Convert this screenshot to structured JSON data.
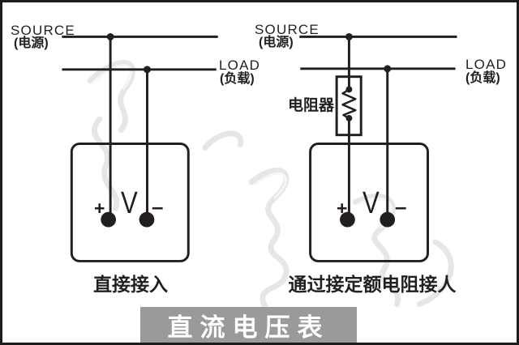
{
  "colors": {
    "line": "#231f20",
    "banner_bg": "#9a9a9a",
    "banner_text": "#ffffff",
    "watermark": "#e6e6e6"
  },
  "left_diagram": {
    "source_label": "SOURCE",
    "source_sub": "(电源)",
    "load_label": "LOAD",
    "load_sub": "(负载)",
    "plus": "+",
    "meter_letter": "V",
    "minus": "–",
    "caption": "直接接入"
  },
  "right_diagram": {
    "source_label": "SOURCE",
    "source_sub": "(电源)",
    "load_label": "LOAD",
    "load_sub": "(负载)",
    "resistor_label": "电阻器",
    "plus": "+",
    "meter_letter": "V",
    "minus": "–",
    "caption": "通过接定额电阻接人"
  },
  "banner": {
    "title": "直流电压表"
  }
}
